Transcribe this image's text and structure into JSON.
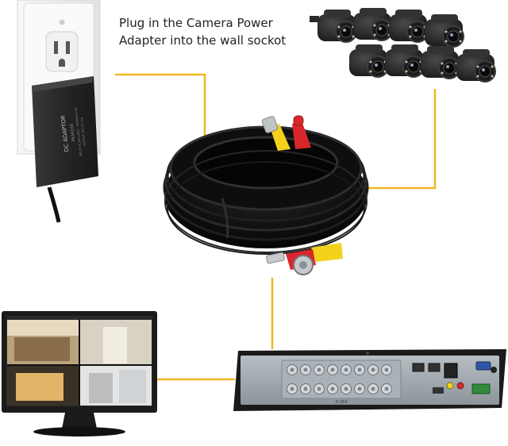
{
  "caption": {
    "line1": "Plug in the Camera Power",
    "line2": "Adapter into the wall sockot"
  },
  "adapter": {
    "label_title": "DC ADAPTOR",
    "label_model": "PA3A100",
    "label_input": "INPUT: AC100-240V~ 50/60Hz 0.5A",
    "label_output": "OUTPUT: DC12V⎓1A"
  },
  "dvr": {
    "brand": "H.264"
  },
  "colors": {
    "connector_line": "#F0B722",
    "camera_body": "#2b2b2b",
    "cable": "#111111",
    "bnc_yellow": "#F2D21B",
    "power_red": "#D9262B",
    "dvr_panel": "#9aa3a9"
  },
  "components": [
    "wall-outlet",
    "power-adapter",
    "cameras",
    "cable-coil",
    "monitor",
    "dvr"
  ]
}
